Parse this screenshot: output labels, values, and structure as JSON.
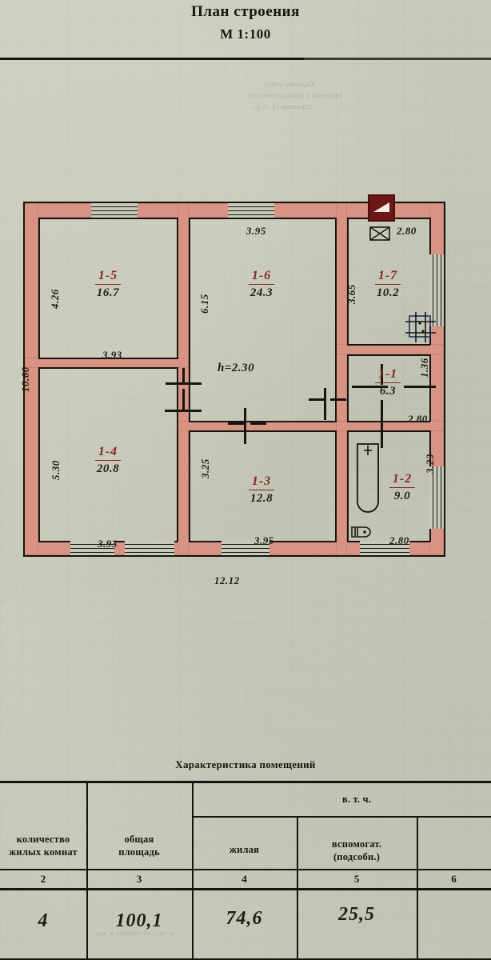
{
  "header": {
    "title": "План строения",
    "scale": "М 1:100"
  },
  "plan": {
    "overall": {
      "left_dimension": "10.60",
      "bottom_dimension": "12.12"
    },
    "ceiling_note": "h=2.30",
    "rooms": [
      {
        "id": "1-5",
        "area": "16.7",
        "dim_v": "4.26",
        "dim_h": "3.93"
      },
      {
        "id": "1-6",
        "area": "24.3",
        "dim_v": "6.15",
        "dim_h": "3.95"
      },
      {
        "id": "1-7",
        "area": "10.2",
        "dim_v": "3.65",
        "dim_h": "2.80"
      },
      {
        "id": "1-1",
        "area": "6.3",
        "dim_v": "1.36",
        "dim_h": "2.80"
      },
      {
        "id": "1-4",
        "area": "20.8",
        "dim_v": "5.30",
        "dim_h": "3.93"
      },
      {
        "id": "1-3",
        "area": "12.8",
        "dim_v": "3.25",
        "dim_h": "3.95"
      },
      {
        "id": "1-2",
        "area": "9.0",
        "dim_v": "3.23",
        "dim_h": "2.80"
      }
    ],
    "symbols": {
      "entrance_marker": "entrance-porch-marker",
      "stove": "stove-symbol",
      "bathtub": "bathtub-symbol",
      "sink": "sink-symbol",
      "door": "door-symbol"
    },
    "colors": {
      "wall_fill": "#d99383",
      "room_label": "#8f2420",
      "ink": "#15160f",
      "paper": "#c7c9ba",
      "entrance": "#6e1714"
    }
  },
  "table": {
    "caption": "Характеристика помещений",
    "group_header": "в. т. ч.",
    "headers": [
      "количество\nжилых комнат",
      "общая\nплощадь",
      "жилая",
      "вспомогат.\n(подсобн.)"
    ],
    "header_rooms_line1": "количество",
    "header_rooms_line2": "жилых комнат",
    "header_total_line1": "общая",
    "header_total_line2": "площадь",
    "header_living": "жилая",
    "header_aux_line1": "вспомогат.",
    "header_aux_line2": "(подсобн.)",
    "column_numbers": [
      "2",
      "3",
      "4",
      "5",
      "6"
    ],
    "values": {
      "rooms_count": "4",
      "total_area": "100,1",
      "living_area": "74,6",
      "aux_area": "25,5",
      "col6": ""
    }
  }
}
